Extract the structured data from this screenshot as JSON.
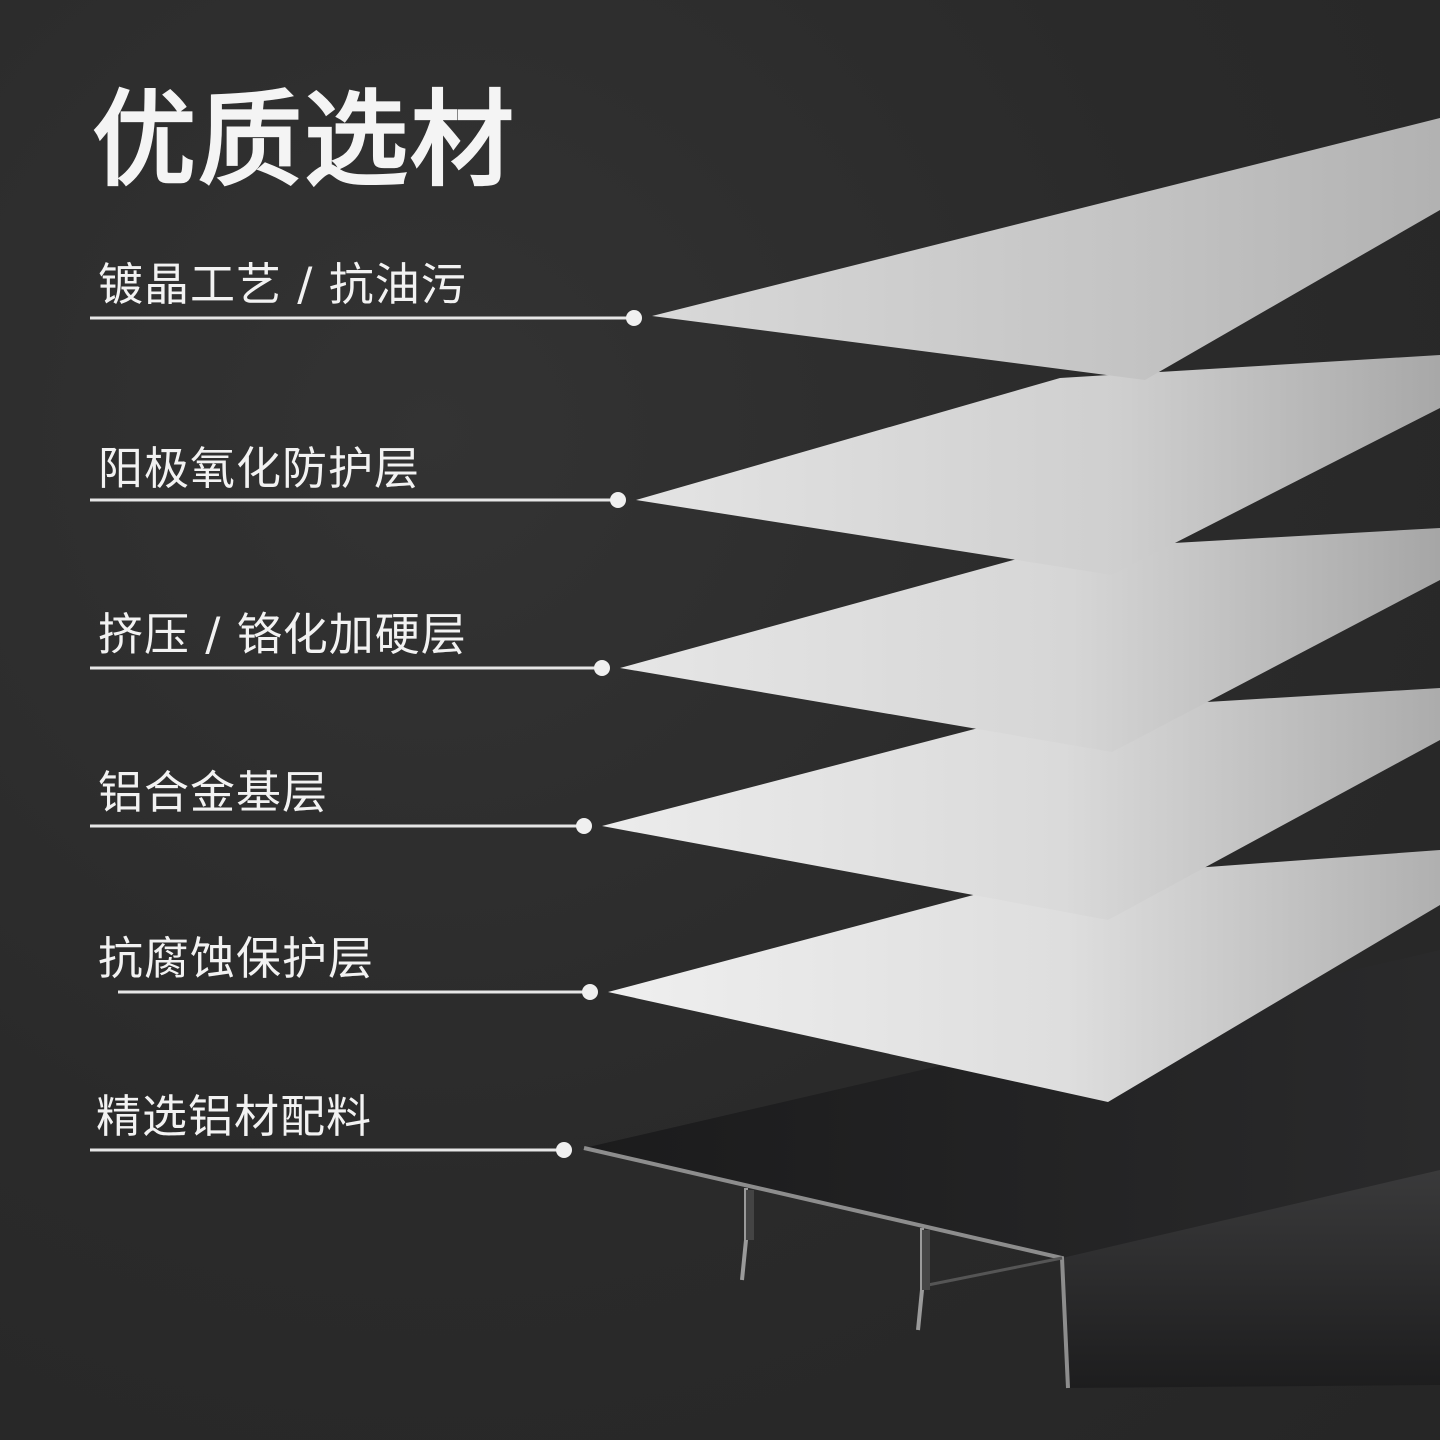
{
  "title": "优质选材",
  "layers": [
    {
      "label": "镀晶工艺 / 抗油污"
    },
    {
      "label": "阳极氧化防护层"
    },
    {
      "label": "挤压 / 铬化加硬层"
    },
    {
      "label": "铝合金基层"
    },
    {
      "label": "抗腐蚀保护层"
    },
    {
      "label": "精选铝材配料"
    }
  ],
  "colors": {
    "background": "#2b2b2b",
    "text": "#f2f2f2",
    "leader_line": "#e6e6e6",
    "profile_dark": "#1f1f20"
  }
}
